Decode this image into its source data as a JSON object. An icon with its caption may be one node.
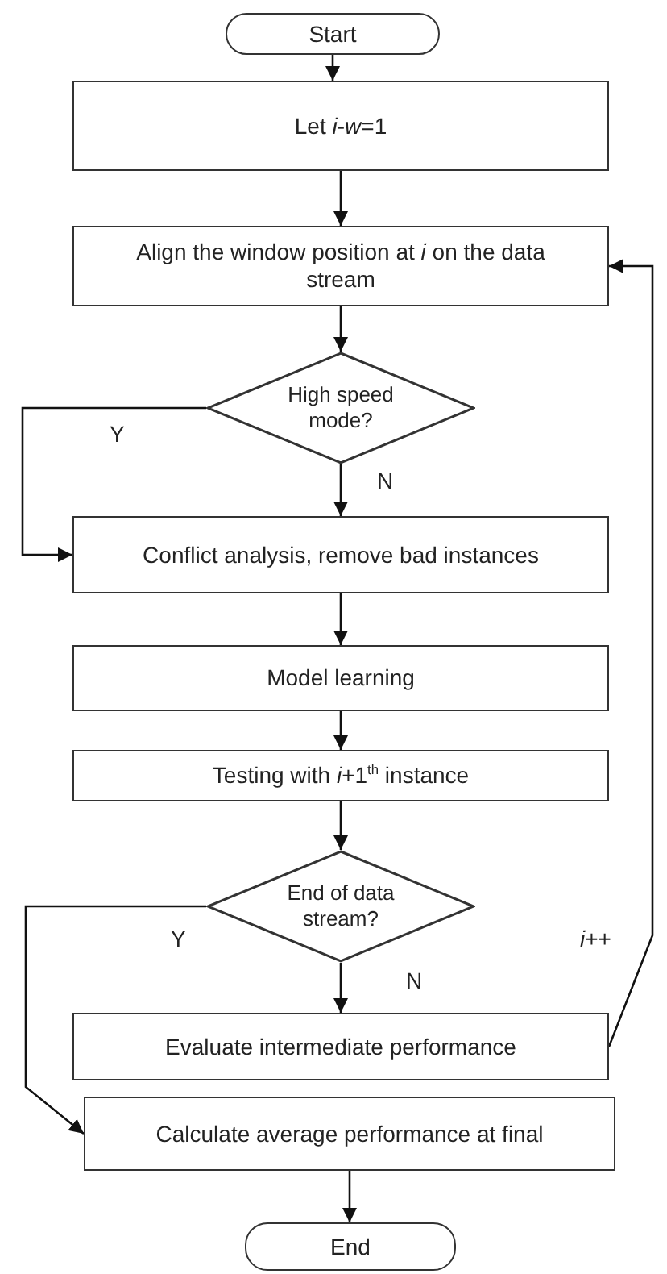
{
  "diagram": {
    "nodes": [
      {
        "text": [
          "Start"
        ]
      },
      {
        "text": [
          "Let *i*-*w*=1"
        ]
      },
      {
        "text": [
          "Align the window position at *i* on the data stream"
        ]
      },
      {
        "text": [
          "High speed mode?"
        ]
      },
      {
        "text": [
          "Conflict analysis, remove bad instances"
        ]
      },
      {
        "text": [
          "Model learning"
        ]
      },
      {
        "text": [
          "Testing with *i*+1$^{th}$ instance"
        ]
      },
      {
        "text": [
          "End of data stream?"
        ]
      },
      {
        "text": [
          "Evaluate intermediate performance"
        ]
      },
      {
        "text": [
          "Calculate average performance at final"
        ]
      },
      {
        "text": [
          "End"
        ]
      }
    ],
    "edges": [
      {
        "from": 0,
        "to": 1,
        "arrow": "to"
      },
      {
        "from": 1,
        "to": 2,
        "arrow": "to"
      },
      {
        "from": 2,
        "to": 3,
        "arrow": "to"
      },
      {
        "from": 3,
        "to": 4,
        "arrow": "to",
        "label": "N"
      },
      {
        "from": 3,
        "to": 4,
        "arrow": "to",
        "label": "Y"
      },
      {
        "from": 4,
        "to": 5,
        "arrow": "to"
      },
      {
        "from": 5,
        "to": 6,
        "arrow": "to"
      },
      {
        "from": 6,
        "to": 7,
        "arrow": "to"
      },
      {
        "from": 7,
        "to": 8,
        "arrow": "to",
        "label": "N"
      },
      {
        "from": 7,
        "to": 9,
        "arrow": "to",
        "label": "Y"
      },
      {
        "from": 8,
        "to": 2,
        "arrow": "to",
        "label": "*i*++"
      },
      {
        "from": 9,
        "to": 10,
        "arrow": "to"
      }
    ]
  }
}
